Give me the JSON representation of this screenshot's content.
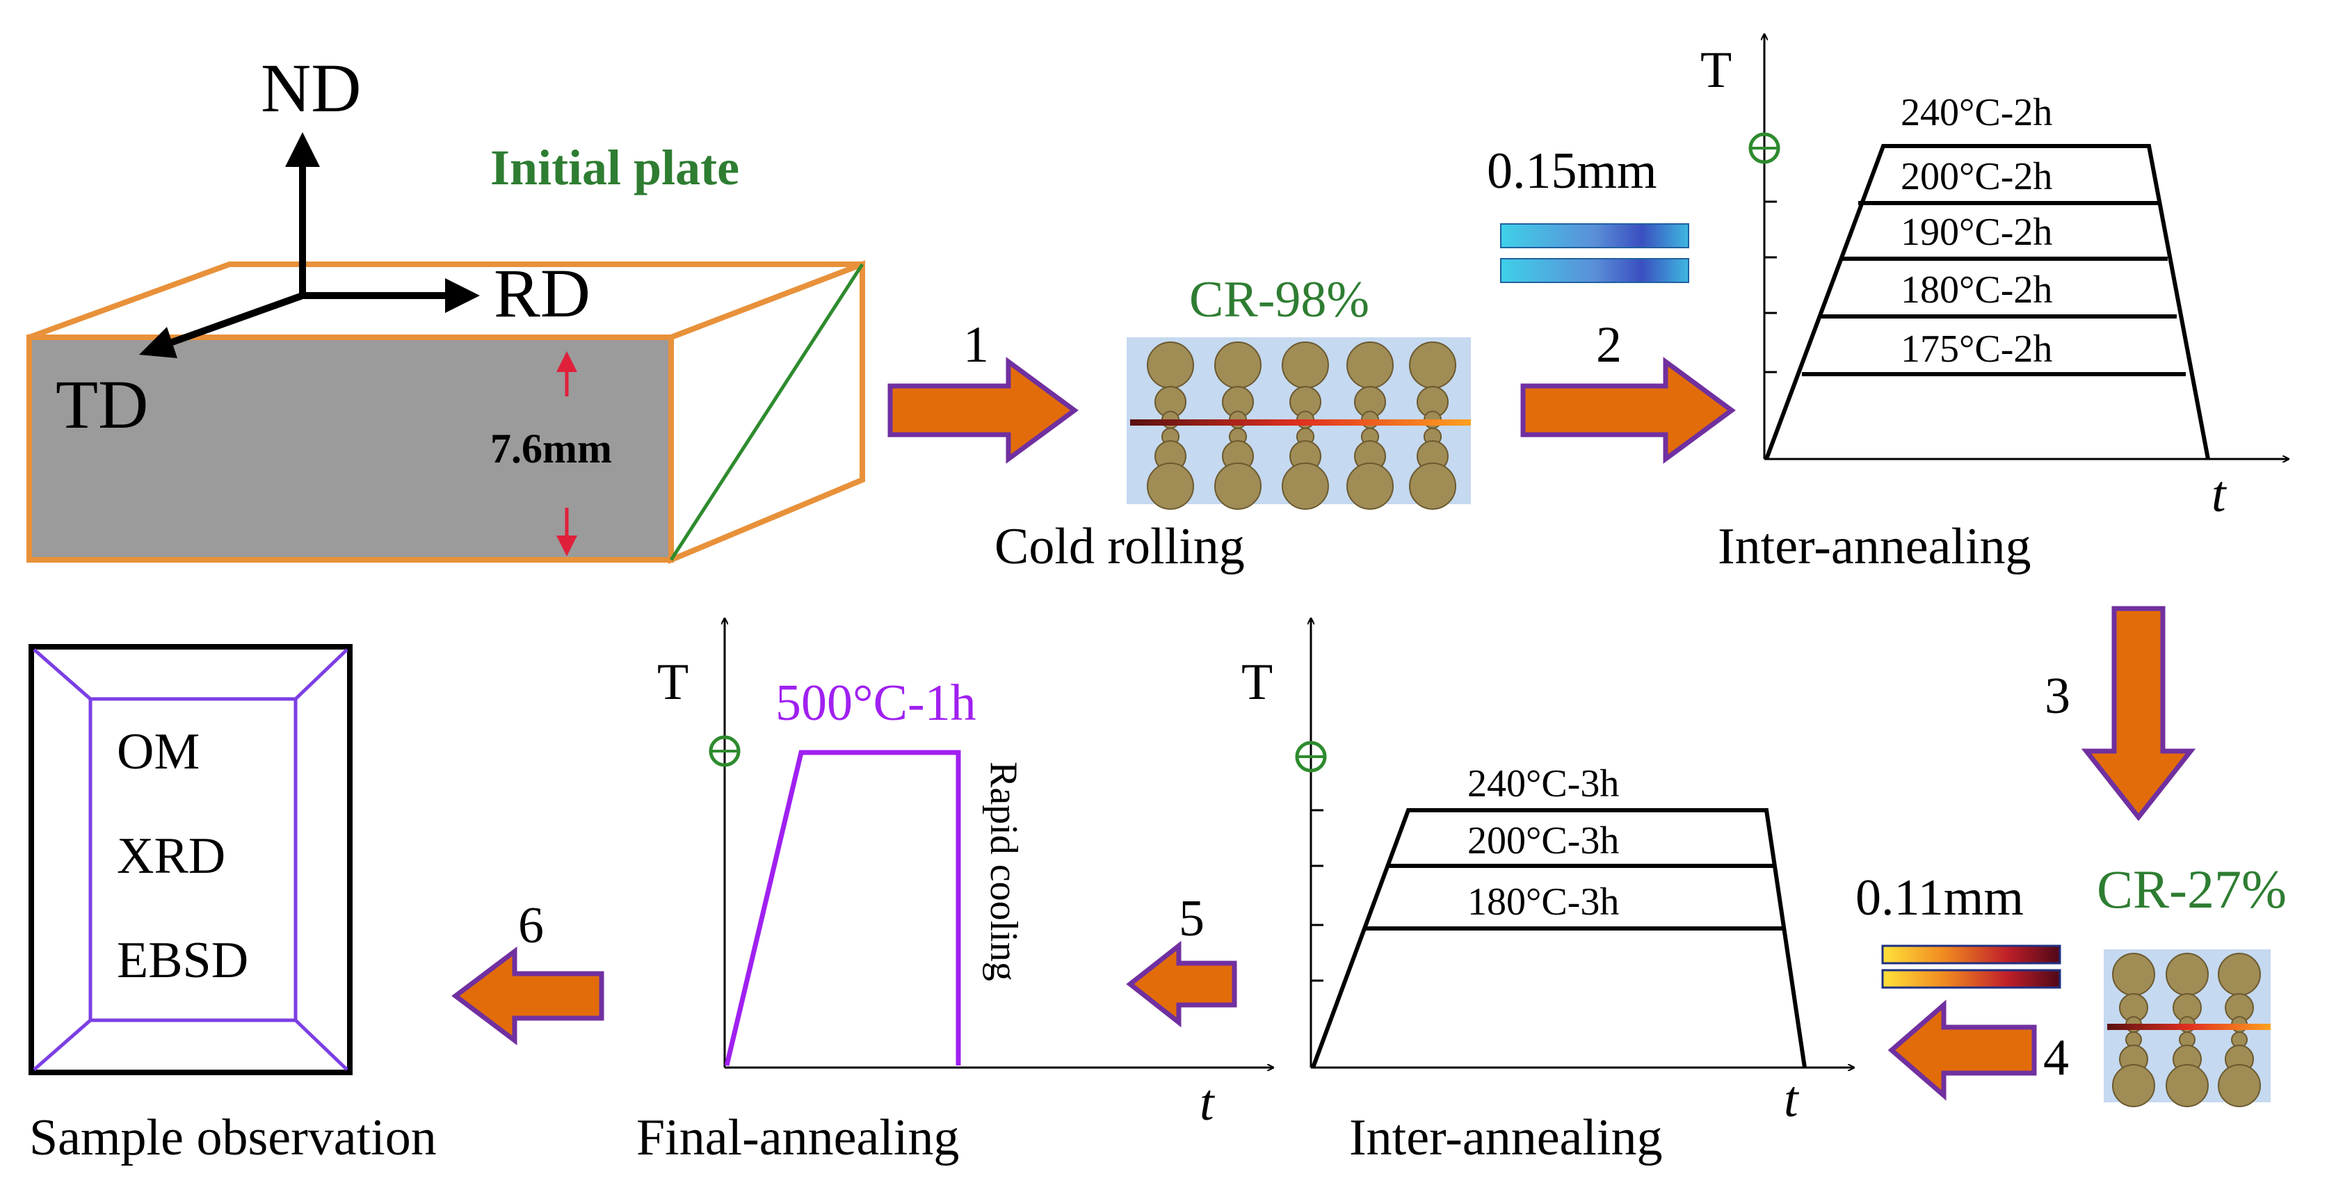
{
  "initial_plate": {
    "title": "Initial plate",
    "axis_nd": "ND",
    "axis_rd": "RD",
    "axis_td": "TD",
    "thickness": "7.6mm"
  },
  "steps": {
    "s1": "1",
    "s2": "2",
    "s3": "3",
    "s4": "4",
    "s5": "5",
    "s6": "6"
  },
  "cold_rolling": {
    "label": "Cold rolling",
    "reduction": "CR-98%"
  },
  "inter_annealing_1": {
    "label": "Inter-annealing",
    "thickness": "0.15mm",
    "axis_t": "T",
    "axis_time": "t",
    "levels": [
      "240°C-2h",
      "200°C-2h",
      "190°C-2h",
      "180°C-2h",
      "175°C-2h"
    ]
  },
  "second_rolling": {
    "thickness": "0.11mm",
    "reduction": "CR-27%"
  },
  "inter_annealing_2": {
    "label": "Inter-annealing",
    "axis_t": "T",
    "axis_time": "t",
    "levels": [
      "240°C-3h",
      "200°C-3h",
      "180°C-3h"
    ]
  },
  "final_annealing": {
    "label": "Final-annealing",
    "axis_t": "T",
    "axis_time": "t",
    "temperature": "500°C-1h",
    "cooling": "Rapid cooling"
  },
  "observation": {
    "label": "Sample observation",
    "methods": [
      "OM",
      "XRD",
      "EBSD"
    ]
  },
  "colors": {
    "arrow_fill": "#e36c0a",
    "arrow_stroke": "#7030a0",
    "plate_edge": "#e8913a",
    "process_green": "#2e7d32",
    "final_purple": "#a020f0",
    "roller": "#a08c55"
  }
}
